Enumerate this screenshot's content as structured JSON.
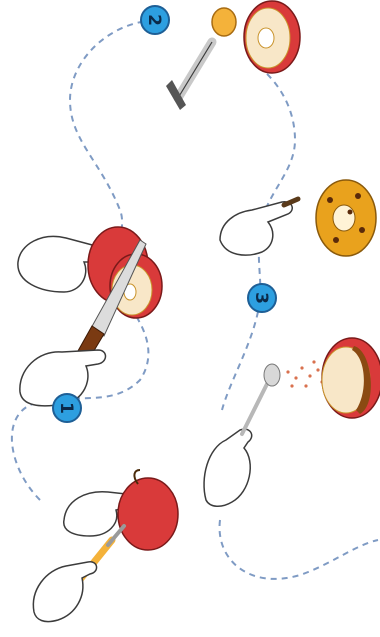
{
  "colors": {
    "path": "#7f9bc4",
    "badge_fill": "#2d9fe0",
    "badge_stroke": "#1e5f96",
    "badge_text": "#0b2a4a",
    "apple_skin": "#d93a3a",
    "apple_flesh": "#f8e7c8",
    "glove": "#ffffff",
    "glove_outline": "#3c3c3c",
    "cake": "#e9a21d"
  },
  "steps": [
    {
      "label": "1"
    },
    {
      "label": "2"
    },
    {
      "label": "3"
    }
  ]
}
